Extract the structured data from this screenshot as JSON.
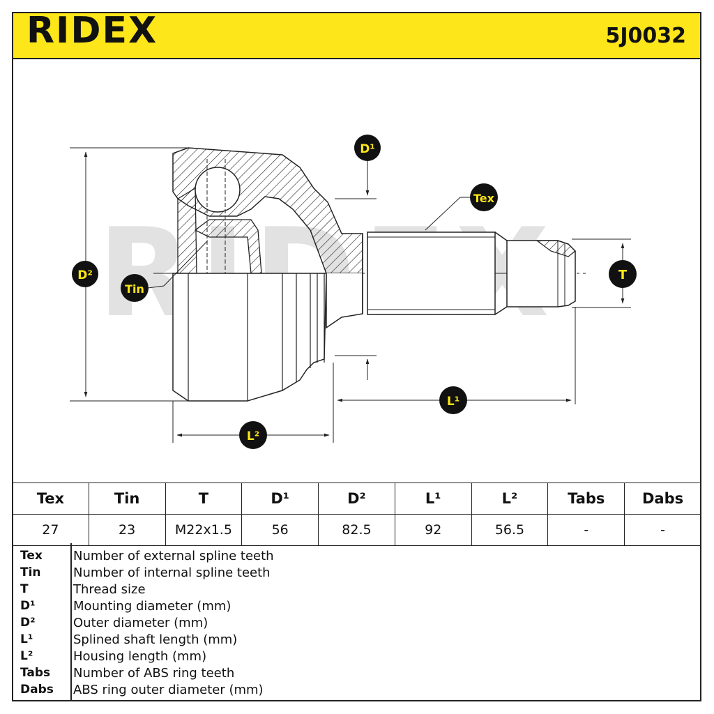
{
  "header": {
    "brand": "RIDEX",
    "part_number": "5J0032"
  },
  "colors": {
    "header_bg": "#fde619",
    "label_circle": "#111111",
    "label_text": "#fde619",
    "watermark": "#dcdcdc"
  },
  "drawing_labels": {
    "d1": "D¹",
    "d2": "D²",
    "tex": "Tex",
    "tin": "Tin",
    "t": "T",
    "l1": "L¹",
    "l2": "L²"
  },
  "watermark_text": "RIDEX",
  "spec_table": {
    "headers": [
      "Tex",
      "Tin",
      "T",
      "D¹",
      "D²",
      "L¹",
      "L²",
      "Tabs",
      "Dabs"
    ],
    "values": [
      "27",
      "23",
      "M22x1.5",
      "56",
      "82.5",
      "92",
      "56.5",
      "-",
      "-"
    ]
  },
  "legend": [
    {
      "key": "Tex",
      "desc": "Number of external spline teeth"
    },
    {
      "key": "Tin",
      "desc": "Number of internal spline teeth"
    },
    {
      "key": "T",
      "desc": "Thread size"
    },
    {
      "key": "D¹",
      "desc": "Mounting diameter (mm)"
    },
    {
      "key": "D²",
      "desc": "Outer diameter (mm)"
    },
    {
      "key": "L¹",
      "desc": "Splined shaft length (mm)"
    },
    {
      "key": "L²",
      "desc": "Housing length (mm)"
    },
    {
      "key": "Tabs",
      "desc": "Number of ABS ring teeth"
    },
    {
      "key": "Dabs",
      "desc": "ABS ring outer diameter (mm)"
    }
  ]
}
